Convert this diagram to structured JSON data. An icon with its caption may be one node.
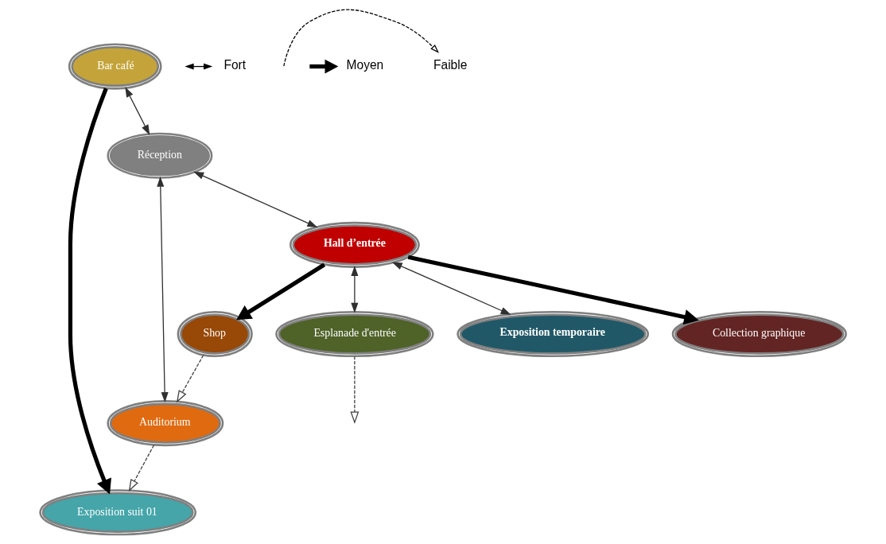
{
  "diagram": {
    "nodes": [
      {
        "text": [
          "Exposition suit 01"
        ]
      },
      {
        "text": [
          "Bar café"
        ]
      },
      {
        "text": [
          "Réception"
        ]
      },
      {
        "text": [
          "Auditorium"
        ]
      },
      {
        "text": [
          "Esplanade d'entrée"
        ]
      },
      {
        "text": [
          "Hall d’entrée"
        ]
      },
      {
        "text": [
          "Shop"
        ]
      },
      {
        "text": [
          "Exposition temporaire"
        ]
      },
      {
        "text": [
          "Collection graphique"
        ]
      }
    ],
    "edges": [
      {
        "from": 1,
        "to": 0,
        "arrow": "to",
        "style": "thick"
      },
      {
        "from": 1,
        "to": 2,
        "arrow": "both"
      },
      {
        "from": 2,
        "to": 3,
        "arrow": "both"
      },
      {
        "from": 2,
        "to": 5,
        "arrow": "both"
      },
      {
        "from": 5,
        "to": 4,
        "arrow": "both"
      },
      {
        "from": 5,
        "to": 6,
        "arrow": "to",
        "style": "thick"
      },
      {
        "from": 5,
        "to": 7,
        "arrow": "both"
      },
      {
        "from": 5,
        "to": 8,
        "arrow": "to",
        "style": "thick"
      },
      {
        "from": 3,
        "to": 0,
        "arrow": "to",
        "style": "dashed"
      },
      {
        "from": 6,
        "to": 3,
        "arrow": "to",
        "style": "dashed"
      },
      {
        "from": 4,
        "to": null,
        "arrow": "to",
        "style": "dashed"
      }
    ],
    "legend": [
      {
        "text": "Fort"
      },
      {
        "text": "Moyen"
      },
      {
        "text": "Faible"
      }
    ]
  }
}
